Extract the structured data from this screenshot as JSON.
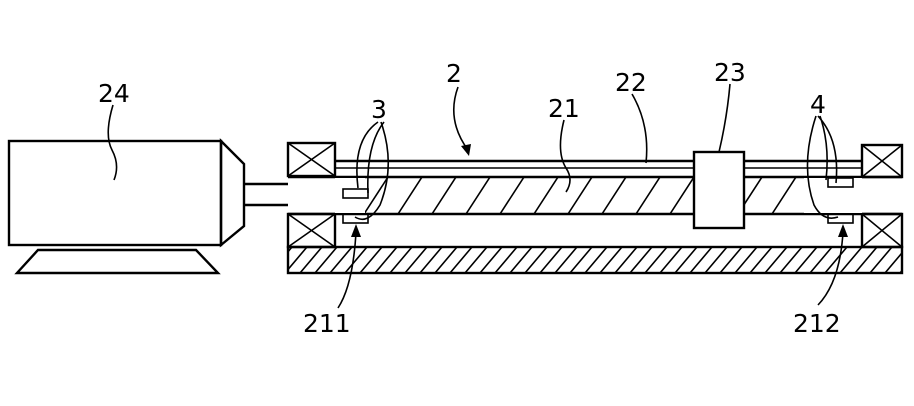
{
  "labels": {
    "motor": "24",
    "screw_assembly": "2",
    "screw_rod": "21",
    "guide_rail": "22",
    "slider": "23",
    "left_group": "3",
    "right_group": "4",
    "left_end": "211",
    "right_end": "212"
  }
}
